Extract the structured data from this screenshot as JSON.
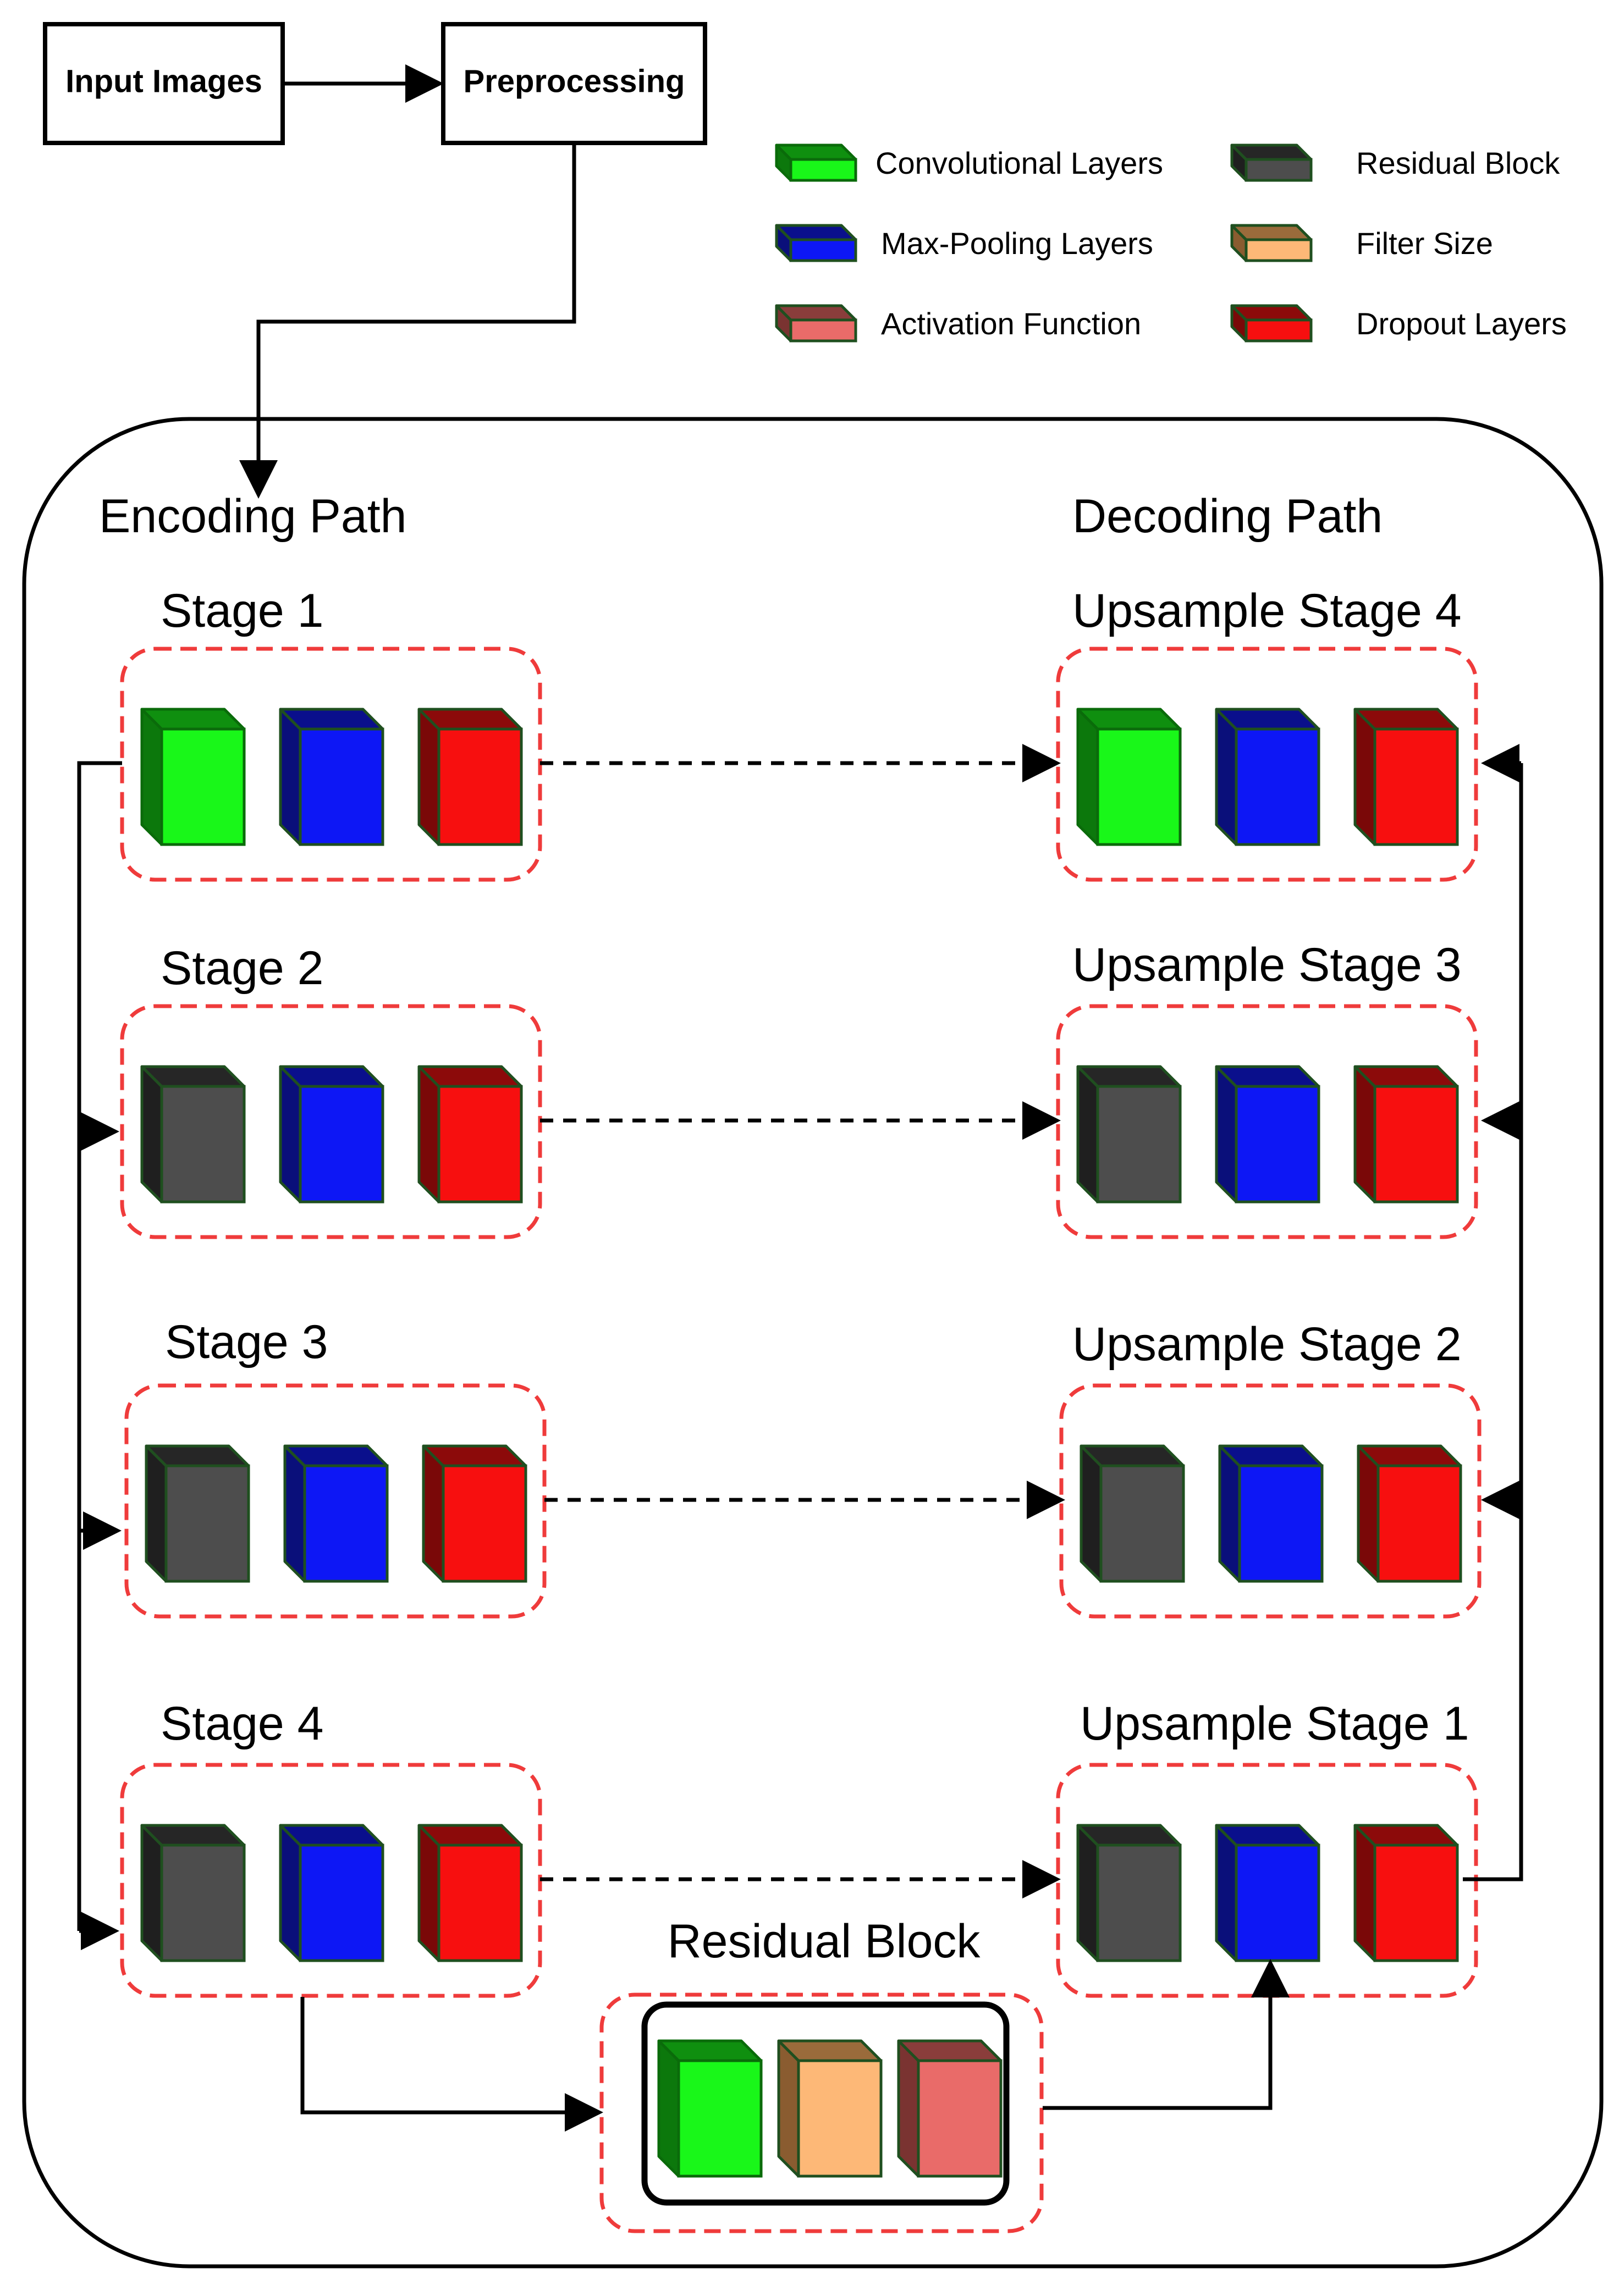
{
  "top_boxes": {
    "input": "Input Images",
    "preprocessing": "Preprocessing"
  },
  "legend": [
    {
      "label": "Convolutional Layers",
      "type": "conv"
    },
    {
      "label": "Residual Block",
      "type": "residual"
    },
    {
      "label": "Max-Pooling Layers",
      "type": "pool"
    },
    {
      "label": "Filter Size",
      "type": "filter"
    },
    {
      "label": "Activation Function",
      "type": "activation"
    },
    {
      "label": "Dropout Layers",
      "type": "dropout"
    }
  ],
  "encoding": {
    "title": "Encoding Path",
    "stages": [
      {
        "label": "Stage 1",
        "blocks": [
          "conv",
          "pool",
          "dropout"
        ]
      },
      {
        "label": "Stage 2",
        "blocks": [
          "residual",
          "pool",
          "dropout"
        ]
      },
      {
        "label": "Stage 3",
        "blocks": [
          "residual",
          "pool",
          "dropout"
        ]
      },
      {
        "label": "Stage 4",
        "blocks": [
          "residual",
          "pool",
          "dropout"
        ]
      }
    ]
  },
  "decoding": {
    "title": "Decoding Path",
    "stages": [
      {
        "label": "Upsample Stage 4",
        "blocks": [
          "conv",
          "pool",
          "dropout"
        ]
      },
      {
        "label": "Upsample Stage 3",
        "blocks": [
          "residual",
          "pool",
          "dropout"
        ]
      },
      {
        "label": "Upsample Stage 2",
        "blocks": [
          "residual",
          "pool",
          "dropout"
        ]
      },
      {
        "label": "Upsample Stage 1",
        "blocks": [
          "residual",
          "pool",
          "dropout"
        ]
      }
    ]
  },
  "bottleneck": {
    "title": "Residual Block",
    "blocks": [
      "conv",
      "filter",
      "activation"
    ]
  },
  "colors": {
    "conv": {
      "front": "#19f719",
      "top": "#0f8f0f",
      "side": "#0c780c",
      "stroke": "#0a6b0a"
    },
    "pool": {
      "front": "#0d17f5",
      "top": "#0a0f8c",
      "side": "#0a0f7a",
      "stroke": "#1f4f1f"
    },
    "dropout": {
      "front": "#f70f0f",
      "top": "#8c0a0a",
      "side": "#7a0808",
      "stroke": "#1f4f1f"
    },
    "residual": {
      "front": "#4d4d4d",
      "top": "#262626",
      "side": "#1f1f1f",
      "stroke": "#1f4f1f"
    },
    "filter": {
      "front": "#fdb877",
      "top": "#9a6b3b",
      "side": "#8a5c30",
      "stroke": "#1f4f1f"
    },
    "activation": {
      "front": "#e96b69",
      "top": "#8a3d3b",
      "side": "#7a3331",
      "stroke": "#1f4f1f"
    }
  }
}
